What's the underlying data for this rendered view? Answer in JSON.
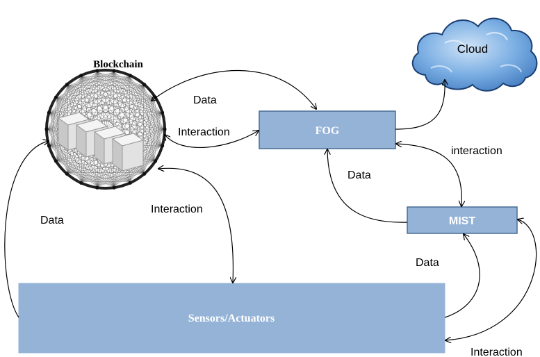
{
  "title": "Blockchain",
  "nodes": {
    "fog": "FOG",
    "mist": "MIST",
    "sensors": "Sensors/Actuators",
    "cloud": "Cloud"
  },
  "labels": {
    "blockchain_fog_data": "Data",
    "blockchain_fog_interaction": "Interaction",
    "fog_mist_interaction": "interaction",
    "mist_fog_data": "Data",
    "sensors_blockchain_data": "Data",
    "blockchain_sensors_interaction": "Interaction",
    "sensors_mist_data": "Data",
    "mist_sensors_interaction": "Interaction"
  },
  "colors": {
    "box_fill": "#95b3d7",
    "box_stroke": "#4a6d96",
    "cloud_fill": "#6f9fd8",
    "line": "#000000"
  }
}
